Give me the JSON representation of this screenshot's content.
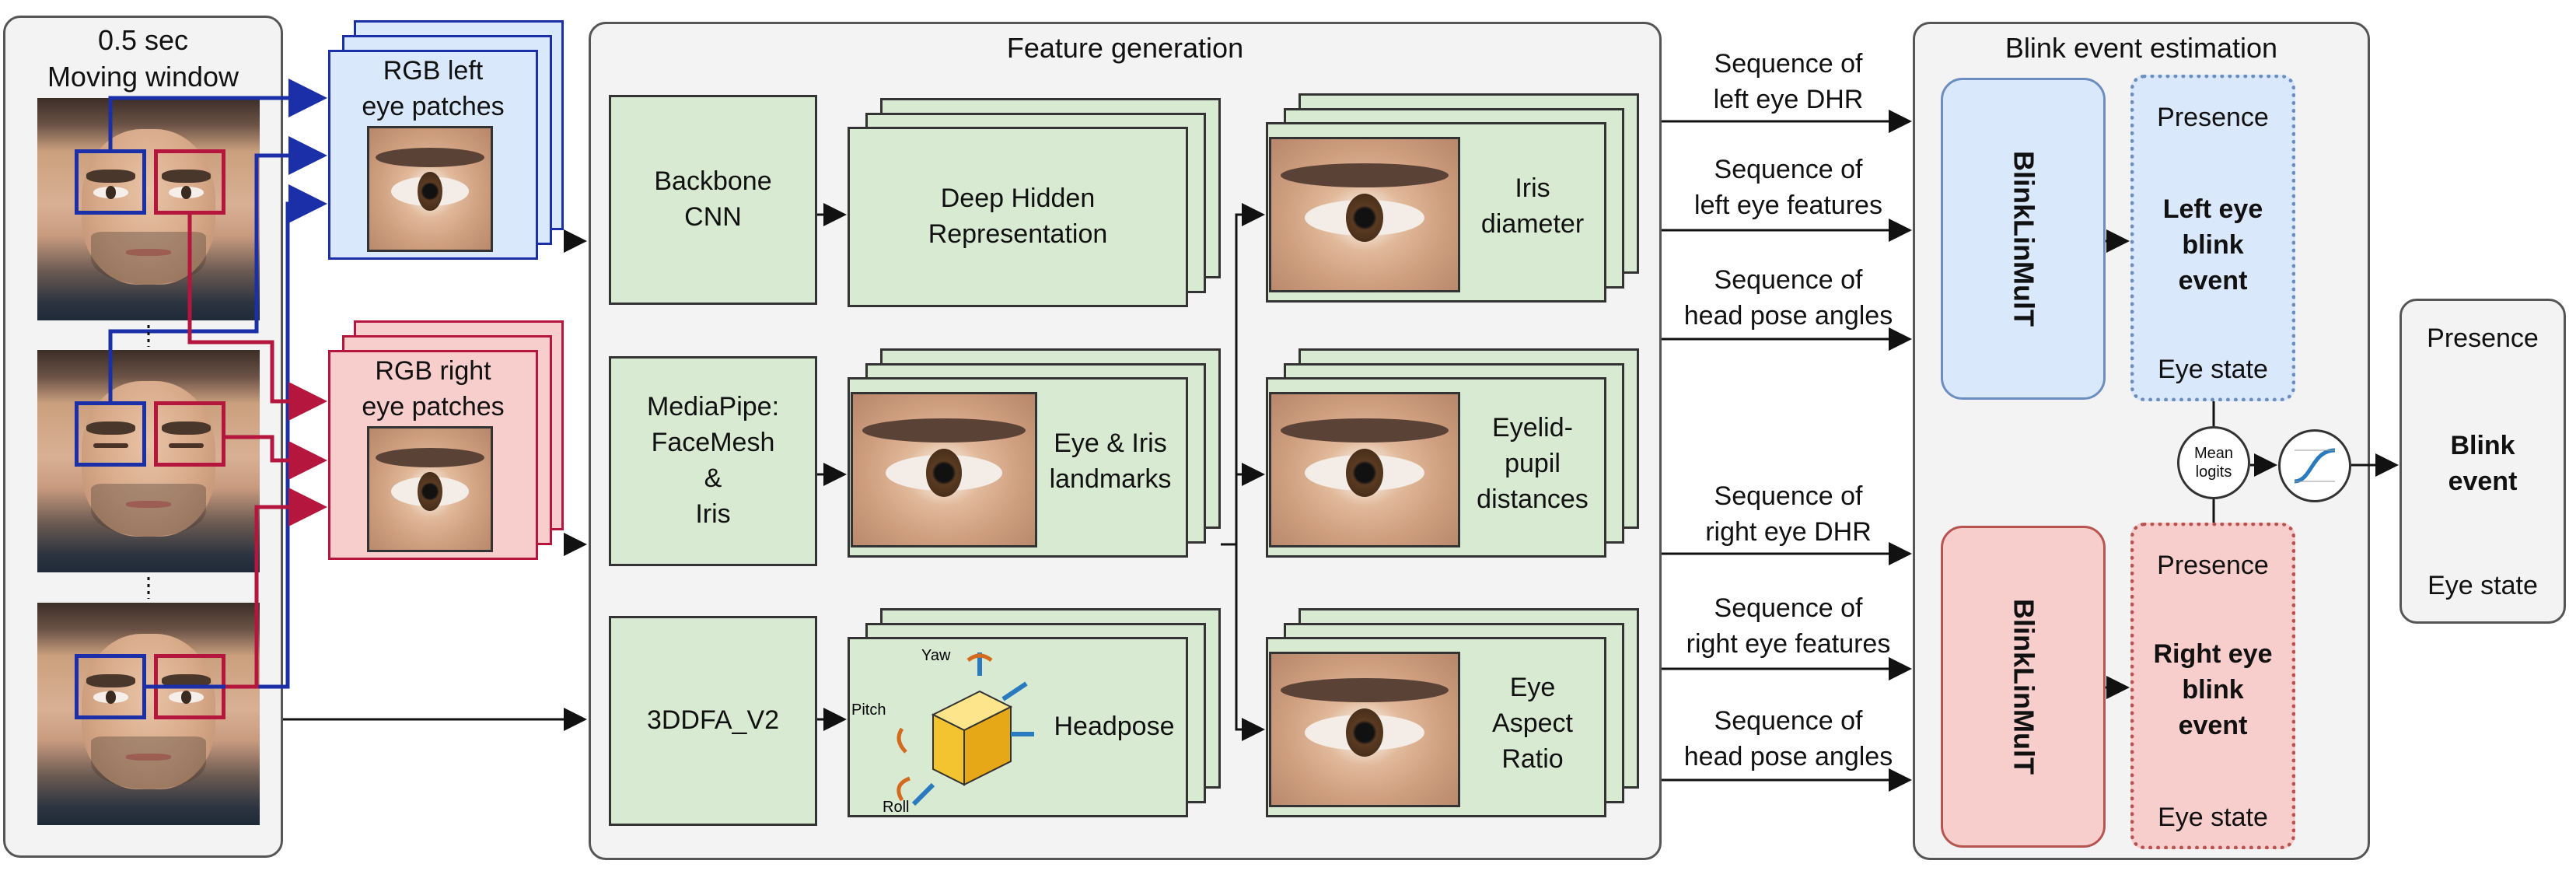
{
  "moving_window": {
    "title": "0.5 sec\nMoving window"
  },
  "rgb_left": {
    "label": "RGB left\neye patches"
  },
  "rgb_right": {
    "label": "RGB right\neye patches"
  },
  "feature_generation": {
    "title": "Feature generation",
    "backbone": "Backbone\nCNN",
    "dhr": "Deep Hidden\nRepresentation",
    "mediapipe": "MediaPipe:\nFaceMesh\n&\nIris",
    "landmarks": "Eye & Iris\nlandmarks",
    "tddfa": "3DDFA_V2",
    "headpose": "Headpose",
    "axis_yaw": "Yaw",
    "axis_pitch": "Pitch",
    "axis_roll": "Roll",
    "iris_diameter": "Iris\ndiameter",
    "eyelid_pupil": "Eyelid-\npupil\ndistances",
    "ear": "Eye\nAspect\nRatio"
  },
  "sequences": {
    "s1": "Sequence of\nleft eye DHR",
    "s2": "Sequence of\nleft eye features",
    "s3": "Sequence of\nhead pose angles",
    "s4": "Sequence of\nright eye DHR",
    "s5": "Sequence of\nright eye features",
    "s6": "Sequence of\nhead pose angles"
  },
  "blink_estimation": {
    "title": "Blink event estimation",
    "model_top": "BlinkLinMulT",
    "model_bottom": "BlinkLinMulT",
    "left_presence": "Presence",
    "left_event": "Left eye\nblink\nevent",
    "left_state": "Eye state",
    "right_presence": "Presence",
    "right_event": "Right eye\nblink\nevent",
    "right_state": "Eye state",
    "mean_logits": "Mean\nlogits"
  },
  "output": {
    "presence": "Presence",
    "event": "Blink\nevent",
    "state": "Eye state"
  },
  "colors": {
    "blue": "#1b2fa8",
    "red": "#b5163e",
    "green": "#d9ead3",
    "light_blue": "#dae8fc",
    "light_red": "#f8cecc"
  }
}
